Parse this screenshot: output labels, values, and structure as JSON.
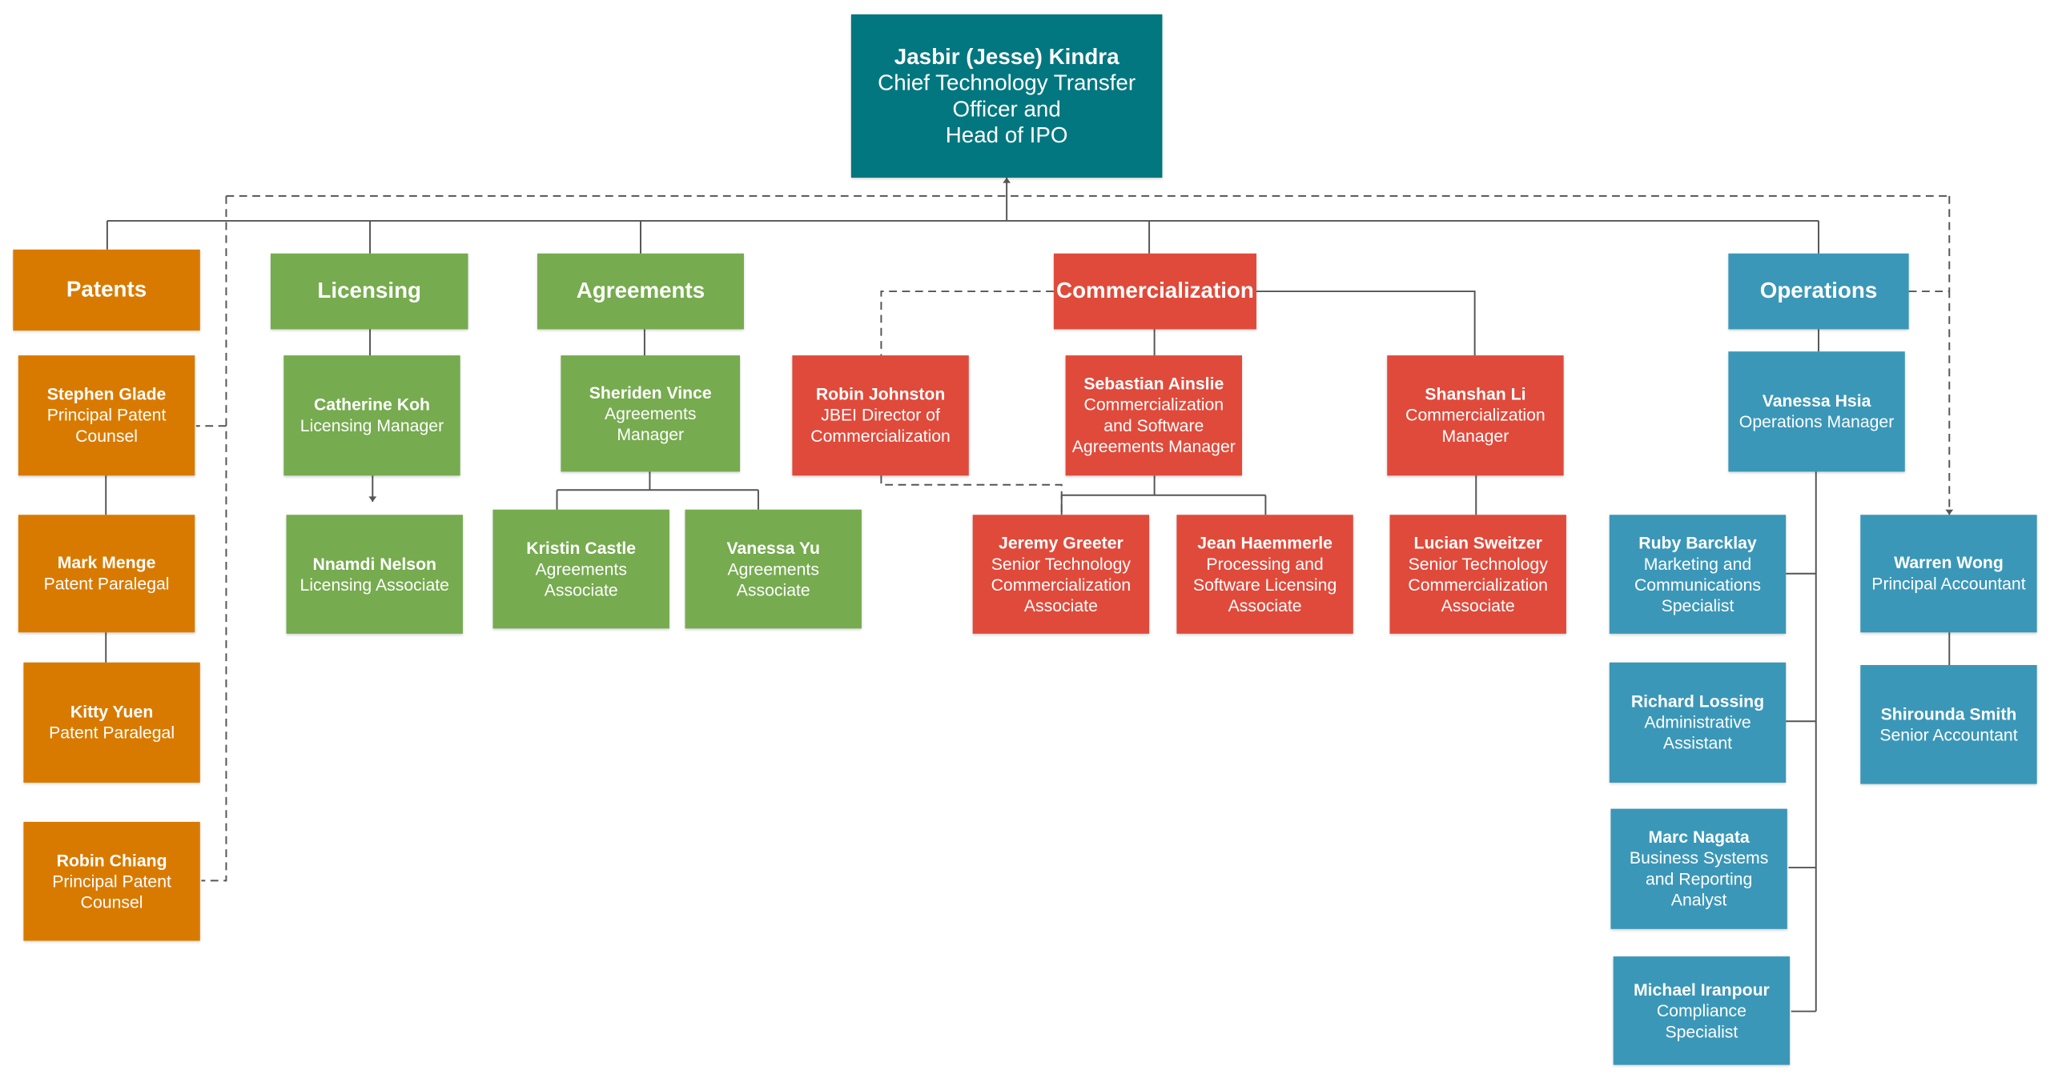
{
  "colors": {
    "executive": "#03777f",
    "patents": "#d97a00",
    "licensing_agreements": "#76ab4f",
    "commercialization": "#e04a3b",
    "operations": "#3b97b8",
    "connector": "#555555"
  },
  "top": {
    "name": "Jasbir (Jesse) Kindra",
    "role": "Chief Technology Transfer\nOfficer and\nHead of IPO"
  },
  "departments": {
    "patents": "Patents",
    "licensing": "Licensing",
    "agreements": "Agreements",
    "commercialization": "Commercialization",
    "operations": "Operations"
  },
  "people": {
    "stephen_glade": {
      "name": "Stephen Glade",
      "role": "Principal Patent\nCounsel"
    },
    "mark_menge": {
      "name": "Mark Menge",
      "role": "Patent Paralegal"
    },
    "kitty_yuen": {
      "name": "Kitty Yuen",
      "role": "Patent Paralegal"
    },
    "robin_chiang": {
      "name": "Robin Chiang",
      "role": "Principal Patent\nCounsel"
    },
    "catherine_koh": {
      "name": "Catherine Koh",
      "role": "Licensing Manager"
    },
    "nnamdi_nelson": {
      "name": "Nnamdi Nelson",
      "role": "Licensing Associate"
    },
    "sheriden_vince": {
      "name": "Sheriden Vince",
      "role": "Agreements\nManager"
    },
    "kristin_castle": {
      "name": "Kristin Castle",
      "role": "Agreements\nAssociate"
    },
    "vanessa_yu": {
      "name": "Vanessa Yu",
      "role": "Agreements\nAssociate"
    },
    "robin_johnston": {
      "name": "Robin Johnston",
      "role": "JBEI Director of\nCommercialization"
    },
    "sebastian_ainslie": {
      "name": "Sebastian Ainslie",
      "role": "Commercialization\nand Software\nAgreements Manager"
    },
    "shanshan_li": {
      "name": "Shanshan Li",
      "role": "Commercialization\nManager"
    },
    "jeremy_greeter": {
      "name": "Jeremy Greeter",
      "role": "Senior Technology\nCommercialization\nAssociate"
    },
    "jean_haemmerle": {
      "name": "Jean Haemmerle",
      "role": "Processing and\nSoftware Licensing\nAssociate"
    },
    "lucian_sweitzer": {
      "name": "Lucian Sweitzer",
      "role": "Senior Technology\nCommercialization\nAssociate"
    },
    "vanessa_hsia": {
      "name": "Vanessa Hsia",
      "role": "Operations Manager"
    },
    "ruby_barcklay": {
      "name": "Ruby Barcklay",
      "role": "Marketing and\nCommunications\nSpecialist"
    },
    "richard_lossing": {
      "name": "Richard Lossing",
      "role": "Administrative\nAssistant"
    },
    "marc_nagata": {
      "name": "Marc Nagata",
      "role": "Business Systems\nand Reporting\nAnalyst"
    },
    "michael_iranpour": {
      "name": "Michael Iranpour",
      "role": "Compliance\nSpecialist"
    },
    "warren_wong": {
      "name": "Warren Wong",
      "role": "Principal Accountant"
    },
    "shirounda_smith": {
      "name": "Shirounda Smith",
      "role": "Senior Accountant"
    }
  }
}
